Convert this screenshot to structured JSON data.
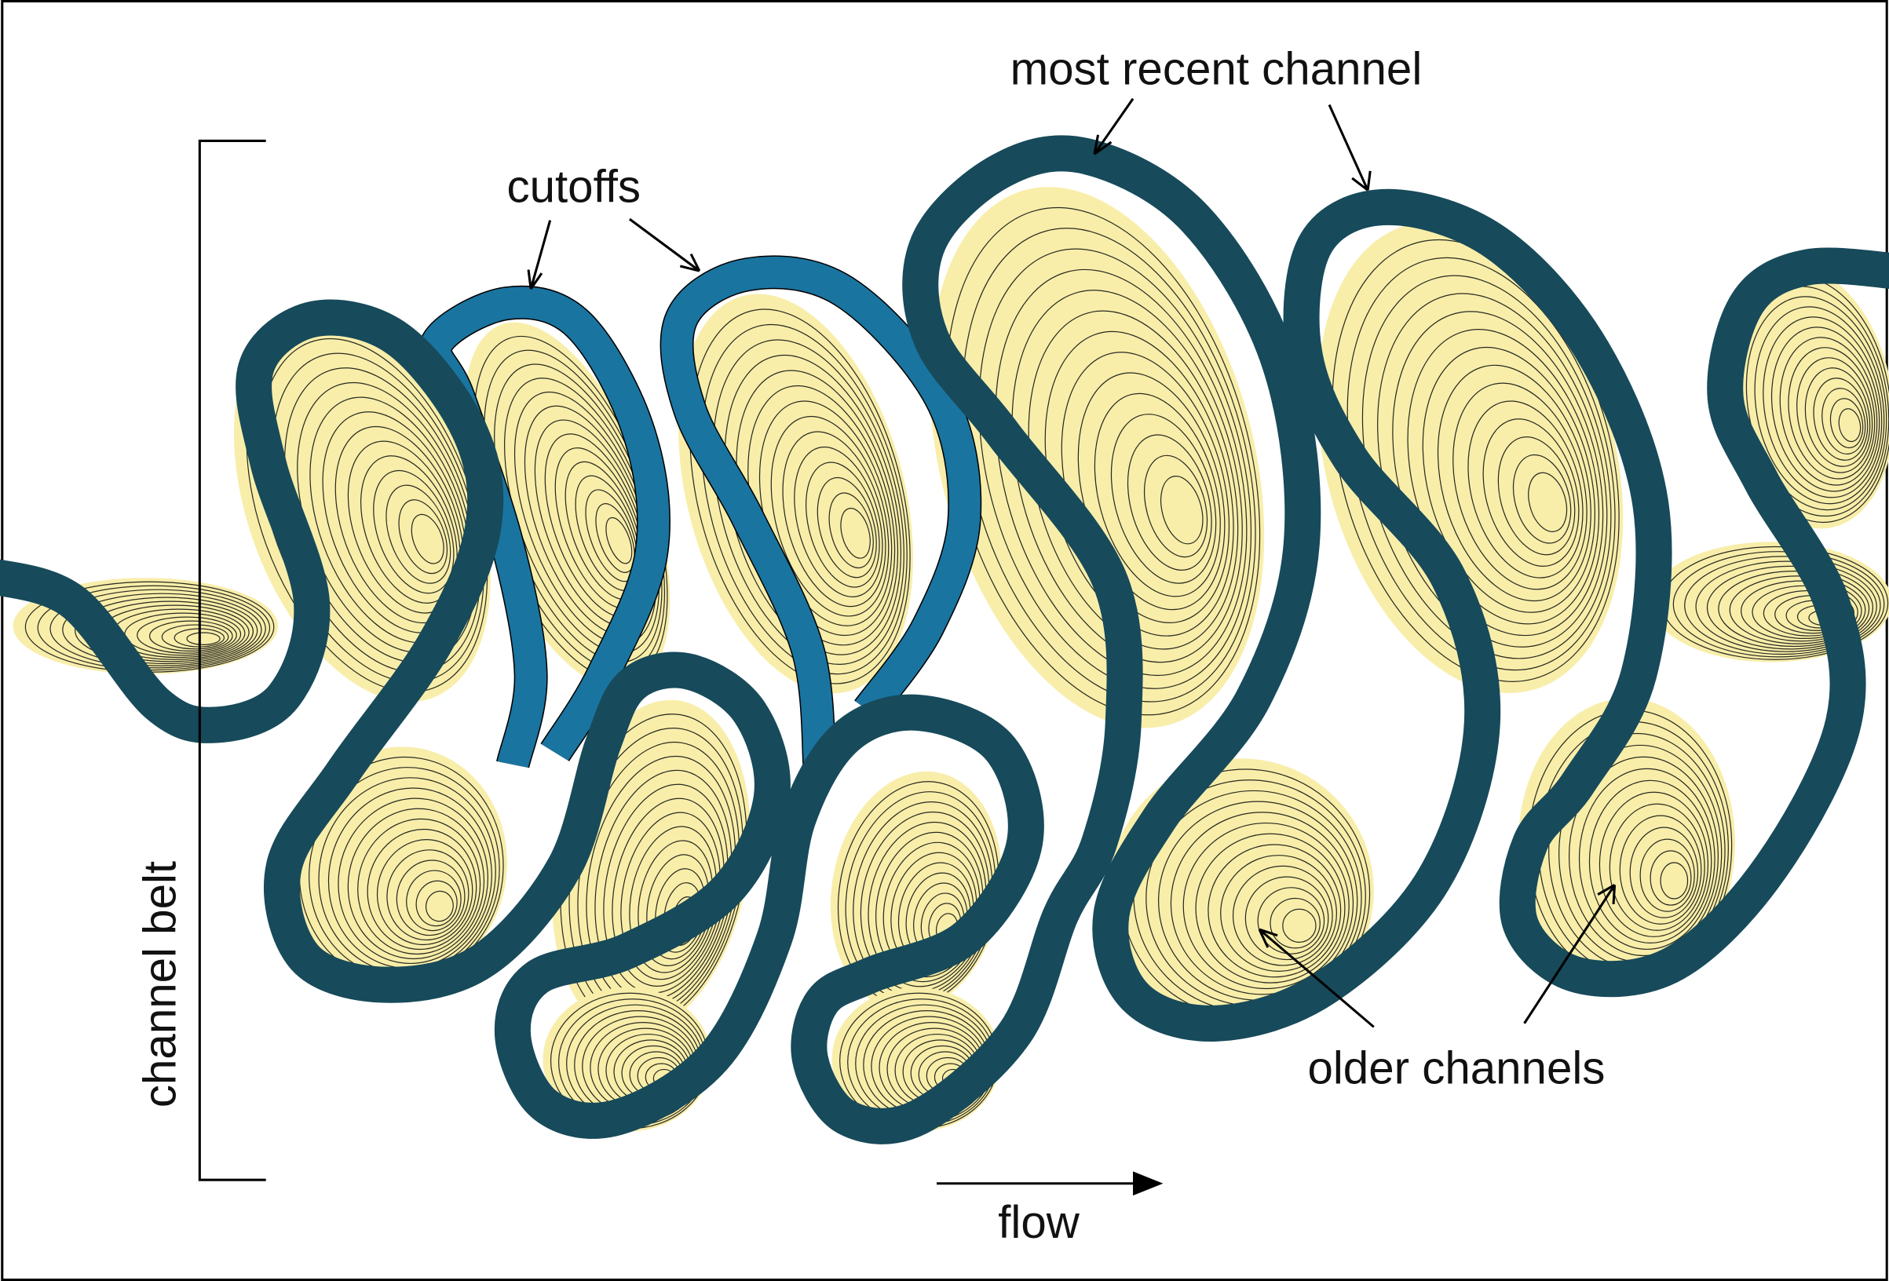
{
  "labels": {
    "most_recent": "most recent channel",
    "cutoffs": "cutoffs",
    "channel_belt": "channel belt",
    "older_channels": "older channels",
    "flow": "flow"
  },
  "colors": {
    "channel": "#174a5a",
    "cutoff": "#1a74a0",
    "deposit": "#f8eeaa",
    "scroll_line": "#2a2a20",
    "border": "#000000"
  }
}
